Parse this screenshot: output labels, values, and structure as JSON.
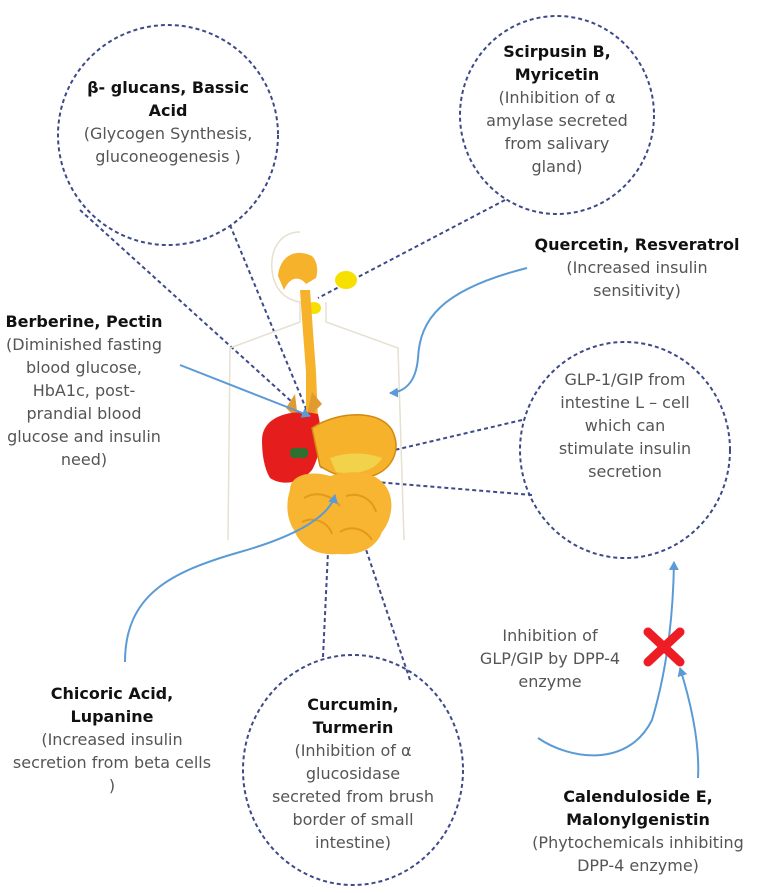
{
  "colors": {
    "circle_stroke": "#3d4a8a",
    "arrow": "#5b9bd5",
    "liver": "#e51d1d",
    "digestive": "#f5b22a",
    "pancreas": "#f2d24a",
    "salivary": "#f5e000",
    "cross": "#ee1c24"
  },
  "icons": {
    "organs": "digestive-system-icon",
    "block": "red-cross-icon"
  },
  "nodes": {
    "beta_glucans": {
      "title": "β- glucans, Bassic Acid",
      "detail": "(Glycogen Synthesis, gluconeogenesis )"
    },
    "scirpusin": {
      "title": "Scirpusin B, Myricetin",
      "detail": "(Inhibition of α amylase secreted from salivary gland)"
    },
    "quercetin": {
      "title": "Quercetin, Resveratrol",
      "detail": "(Increased insulin sensitivity)"
    },
    "berberine": {
      "title": "Berberine, Pectin",
      "detail": "(Diminished fasting blood glucose, HbA1c, post-prandial blood glucose and insulin need)"
    },
    "glp1": {
      "detail": "GLP-1/GIP from intestine L – cell which can stimulate insulin secretion"
    },
    "dpp4_inhibition": {
      "detail": "Inhibition of GLP/GIP by DPP-4 enzyme"
    },
    "chicoric": {
      "title": "Chicoric Acid, Lupanine",
      "detail": "(Increased insulin secretion from beta cells )"
    },
    "curcumin": {
      "title": "Curcumin, Turmerin",
      "detail": "(Inhibition of α glucosidase secreted from brush border of small intestine)"
    },
    "calenduloside": {
      "title": "Calenduloside E, Malonylgenistin",
      "detail": "(Phytochemicals inhibiting DPP-4 enzyme)"
    }
  }
}
